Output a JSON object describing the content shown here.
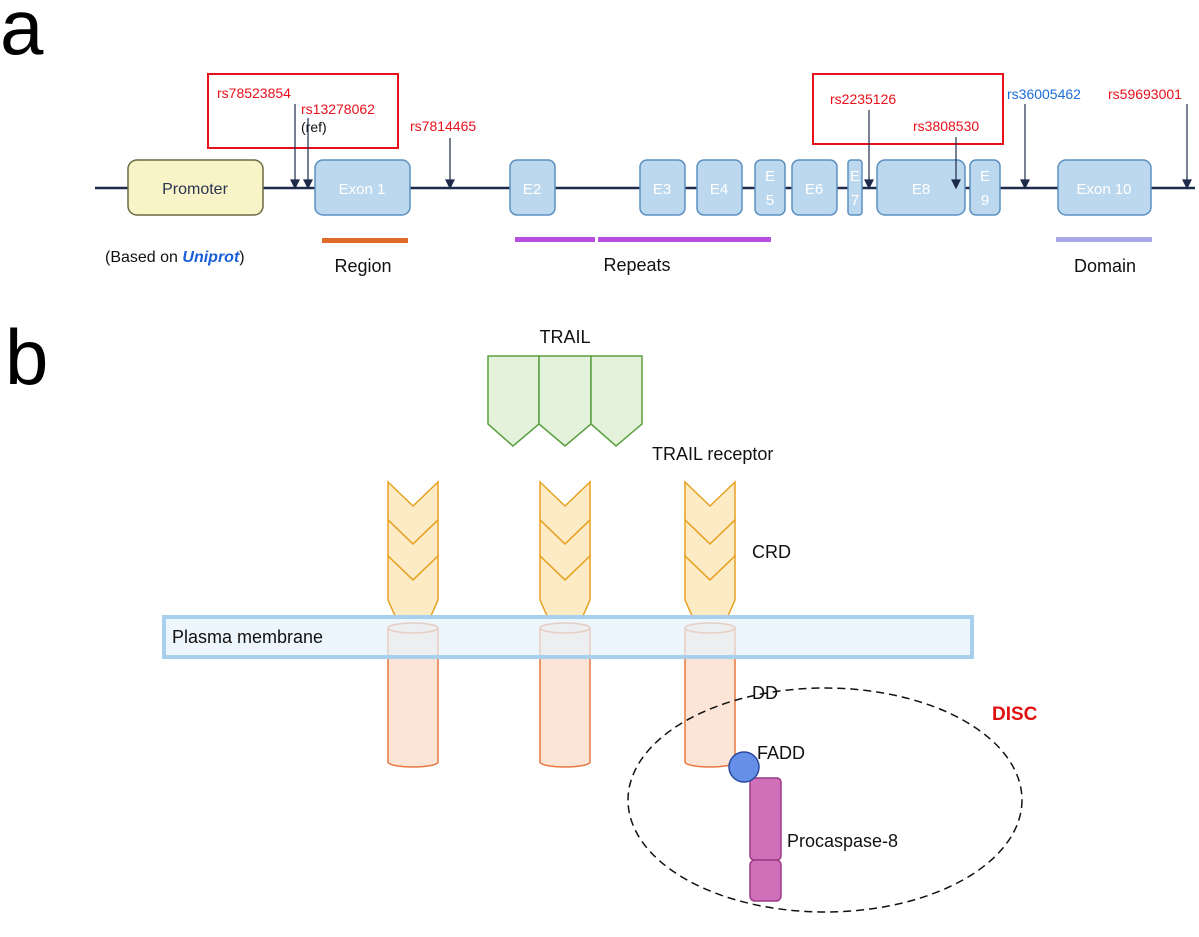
{
  "panel_a": {
    "letter": "a",
    "promoter": "Promoter",
    "exons": [
      "Exon 1",
      "E2",
      "E3",
      "E4",
      "E",
      "5",
      "E6",
      "E",
      "7",
      "E8",
      "E",
      "9",
      "Exon 10"
    ],
    "snps": {
      "rs78523854": "rs78523854",
      "rs13278062": "rs13278062",
      "ref": "(ref)",
      "rs7814465": "rs7814465",
      "rs2235126": "rs2235126",
      "rs3808530": "rs3808530",
      "rs36005462": "rs36005462",
      "rs59693001": "rs59693001"
    },
    "based_on_prefix": "(Based on ",
    "based_on_source": "Uniprot",
    "based_on_suffix": ")",
    "feature_labels": {
      "region": "Region",
      "repeats": "Repeats",
      "domain": "Domain"
    }
  },
  "panel_b": {
    "letter": "b",
    "trail": "TRAIL",
    "trail_receptor": "TRAIL receptor",
    "crd": "CRD",
    "plasma_membrane": "Plasma membrane",
    "dd": "DD",
    "disc": "DISC",
    "fadd": "FADD",
    "procaspase": "Procaspase-8"
  },
  "colors": {
    "snp_red": "#e8101a",
    "snp_blue": "#1a6fd8",
    "uniprot_blue": "#1a5fd8",
    "exon_fill": "#bcd8ee",
    "exon_stroke": "#5b8fc0",
    "promoter_fill": "#f8f4c8",
    "region_orange": "#e06a2a",
    "repeats_purple": "#b84ee0",
    "domain_lavender": "#a8a8e8",
    "trail_green": "#5aa040",
    "crd_yellow": "#e8a020",
    "cylinder_orange": "#e87840",
    "membrane_blue": "#a8d0ec",
    "fadd_blue": "#6690e8",
    "procaspase_magenta": "#d070b8",
    "disc_red": "#e01010"
  }
}
